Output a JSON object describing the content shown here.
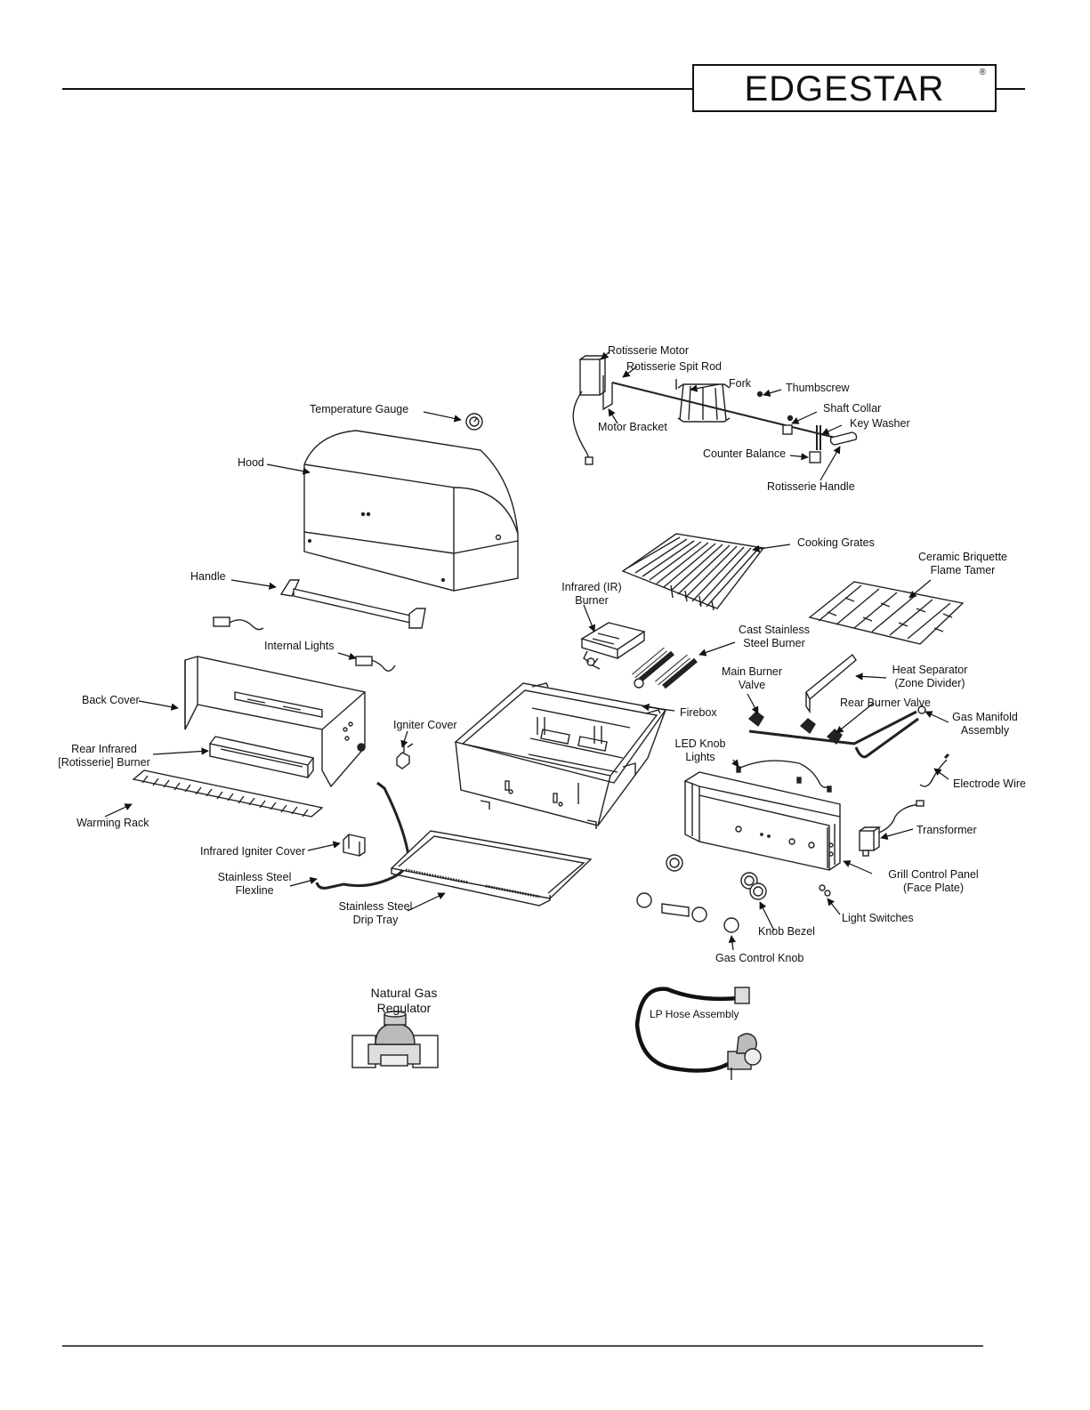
{
  "header": {
    "brand": "EDGESTAR",
    "registered_mark": "®"
  },
  "callouts": {
    "rotisserie_motor": "Rotisserie Motor",
    "rotisserie_spit_rod": "Rotisserie Spit Rod",
    "fork": "Fork",
    "thumbscrew": "Thumbscrew",
    "shaft_collar": "Shaft Collar",
    "key_washer": "Key Washer",
    "motor_bracket": "Motor Bracket",
    "counter_balance": "Counter Balance",
    "rotisserie_handle": "Rotisserie Handle",
    "temperature_gauge": "Temperature Gauge",
    "hood": "Hood",
    "handle": "Handle",
    "internal_lights": "Internal Lights",
    "cooking_grates": "Cooking Grates",
    "ceramic_briquette_1": "Ceramic Briquette",
    "ceramic_briquette_2": "Flame Tamer",
    "infrared_burner_1": "Infrared (IR)",
    "infrared_burner_2": "Burner",
    "cast_stainless_1": "Cast Stainless",
    "cast_stainless_2": "Steel Burner",
    "main_burner_valve_1": "Main Burner",
    "main_burner_valve_2": "Valve",
    "heat_separator_1": "Heat Separator",
    "heat_separator_2": "(Zone Divider)",
    "rear_burner_valve": "Rear Burner Valve",
    "gas_manifold_1": "Gas Manifold",
    "gas_manifold_2": "Assembly",
    "back_cover": "Back Cover",
    "igniter_cover": "Igniter Cover",
    "firebox": "Firebox",
    "rear_infrared_1": "Rear Infrared",
    "rear_infrared_2": "[Rotisserie] Burner",
    "led_knob_1": "LED Knob",
    "led_knob_2": "Lights",
    "electrode_wire": "Electrode Wire",
    "warming_rack": "Warming Rack",
    "transformer": "Transformer",
    "infrared_igniter_cover": "Infrared Igniter Cover",
    "stainless_flexline_1": "Stainless Steel",
    "stainless_flexline_2": "Flexline",
    "grill_control_panel_1": "Grill Control Panel",
    "grill_control_panel_2": "(Face Plate)",
    "drip_tray_1": "Stainless Steel",
    "drip_tray_2": "Drip Tray",
    "light_switches": "Light Switches",
    "knob_bezel": "Knob Bezel",
    "gas_control_knob": "Gas Control Knob",
    "natural_gas_1": "Natural Gas",
    "natural_gas_2": "Regulator",
    "lp_hose": "LP Hose Assembly"
  }
}
